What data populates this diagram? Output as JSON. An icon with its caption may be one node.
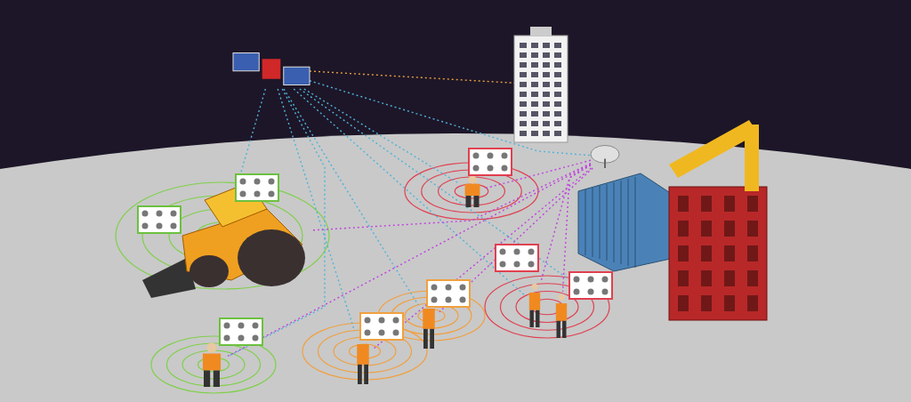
{
  "diagram": {
    "nodes": [
      {
        "text": [],
        "shape": "picture"
      },
      {
        "text": [],
        "shape": "picture"
      },
      {
        "text": [],
        "shape": "picture"
      },
      {
        "text": [],
        "shape": "picture"
      },
      {
        "text": [],
        "shape": "person"
      },
      {
        "text": [],
        "shape": "person"
      },
      {
        "text": [],
        "shape": "person"
      },
      {
        "text": [],
        "shape": "person"
      },
      {
        "text": [],
        "shape": "person"
      },
      {
        "text": [],
        "shape": "person"
      },
      {
        "text": [],
        "shape": "picture"
      },
      {
        "text": [],
        "shape": "picture"
      }
    ],
    "edges": [
      {
        "from": 0,
        "to": 1,
        "arrow": "none",
        "style": "dashed",
        "color": "#e8a040"
      },
      {
        "from": 0,
        "to": 3,
        "arrow": "none",
        "style": "dashed",
        "color": "#4fb3d9"
      },
      {
        "from": 0,
        "to": 4,
        "arrow": "none",
        "style": "dashed",
        "color": "#4fb3d9"
      },
      {
        "from": 0,
        "to": 5,
        "arrow": "none",
        "style": "dashed",
        "color": "#4fb3d9"
      },
      {
        "from": 0,
        "to": 6,
        "arrow": "none",
        "style": "dashed",
        "color": "#4fb3d9"
      },
      {
        "from": 0,
        "to": 7,
        "arrow": "none",
        "style": "dashed",
        "color": "#4fb3d9"
      },
      {
        "from": 0,
        "to": 8,
        "arrow": "none",
        "style": "dashed",
        "color": "#4fb3d9"
      },
      {
        "from": 0,
        "to": 9,
        "arrow": "none",
        "style": "dashed",
        "color": "#4fb3d9"
      },
      {
        "from": 0,
        "to": 2,
        "arrow": "none",
        "style": "dashed",
        "color": "#4fb3d9"
      },
      {
        "from": 2,
        "to": 3,
        "arrow": "none",
        "style": "dashed",
        "color": "#c040e0"
      },
      {
        "from": 2,
        "to": 4,
        "arrow": "none",
        "style": "dashed",
        "color": "#c040e0"
      },
      {
        "from": 2,
        "to": 5,
        "arrow": "none",
        "style": "dashed",
        "color": "#c040e0"
      },
      {
        "from": 2,
        "to": 6,
        "arrow": "none",
        "style": "dashed",
        "color": "#c040e0"
      },
      {
        "from": 2,
        "to": 7,
        "arrow": "none",
        "style": "dashed",
        "color": "#c040e0"
      },
      {
        "from": 2,
        "to": 8,
        "arrow": "none",
        "style": "dashed",
        "color": "#c040e0"
      },
      {
        "from": 2,
        "to": 9,
        "arrow": "none",
        "style": "dashed",
        "color": "#c040e0"
      }
    ]
  }
}
